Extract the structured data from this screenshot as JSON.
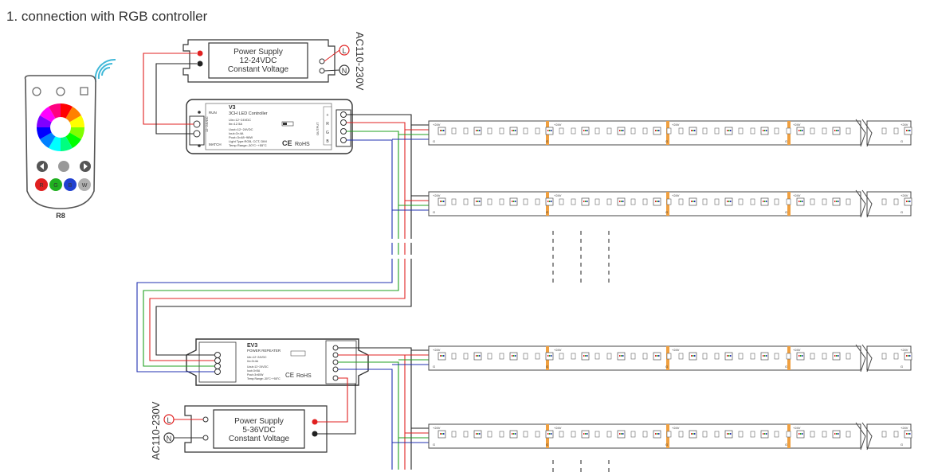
{
  "page_title": "1. connection with RGB controller",
  "psu_top": {
    "line1": "Power Supply",
    "line2": "12-24VDC",
    "line3": "Constant Voltage",
    "mains_label": "AC110-230V",
    "terminal_l": "L",
    "terminal_n": "N"
  },
  "psu_bottom": {
    "line1": "Power Supply",
    "line2": "5-36VDC",
    "line3": "Constant Voltage",
    "mains_label": "AC110-230V",
    "terminal_l": "L",
    "terminal_n": "N"
  },
  "remote": {
    "model": "R8",
    "buttons": [
      "R",
      "G",
      "B",
      "W"
    ]
  },
  "controller": {
    "model": "V3",
    "subtitle": "3CH LED Controller",
    "specs": [
      "Uin=12~24VDC",
      "Iin=12.5A",
      "Uout=12~24VDC",
      "Iout=3×4A",
      "Pout=3×48~96W",
      "Light Type:RGB, CCT, DIM",
      "Temp Range:-30°C~+55°C"
    ],
    "led_run": "RUN",
    "led_match": "MATCH",
    "input_label": "12~24VDC",
    "output_label": "OUTPUT",
    "ce": "CE",
    "rohs": "RoHS",
    "out_pins": [
      "+",
      "R",
      "G",
      "B"
    ]
  },
  "repeater": {
    "model": "EV3",
    "subtitle": "POWER REPEATER",
    "specs": [
      "Uin=12~24VDC",
      "Iin=3×4A",
      "Uout=12~24VDC",
      "Iout=3×5A",
      "Pout=3×60W",
      "Temp Range:-30°C~+55°C"
    ],
    "ce": "CE",
    "rohs": "RoHS"
  },
  "strip_labels": {
    "plus": "+24V",
    "minus": "G"
  }
}
